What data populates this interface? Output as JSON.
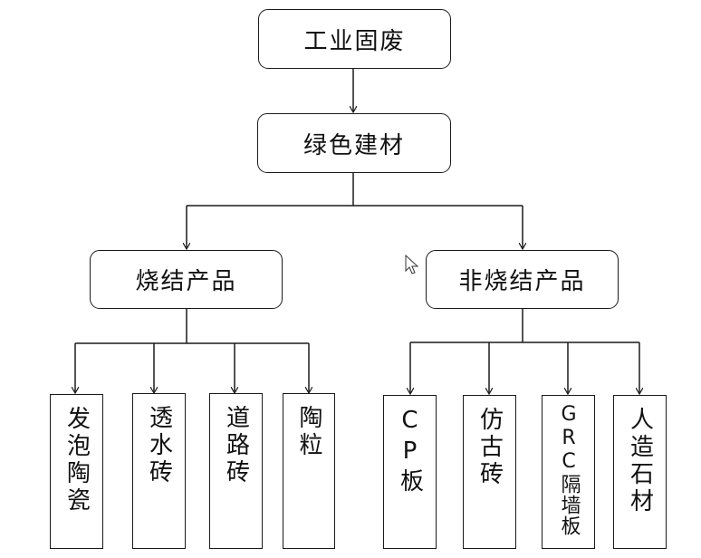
{
  "diagram": {
    "root": "工业固废",
    "level1": "绿色建材",
    "sintered": {
      "label": "烧结产品",
      "children": [
        "发泡陶瓷",
        "透水砖",
        "道路砖",
        "陶粒"
      ]
    },
    "non_sintered": {
      "label": "非烧结产品",
      "children": [
        "CP板",
        "仿古砖",
        "GRC隔墙板",
        "人造石材"
      ]
    },
    "line_color": "#1a1a1a"
  }
}
